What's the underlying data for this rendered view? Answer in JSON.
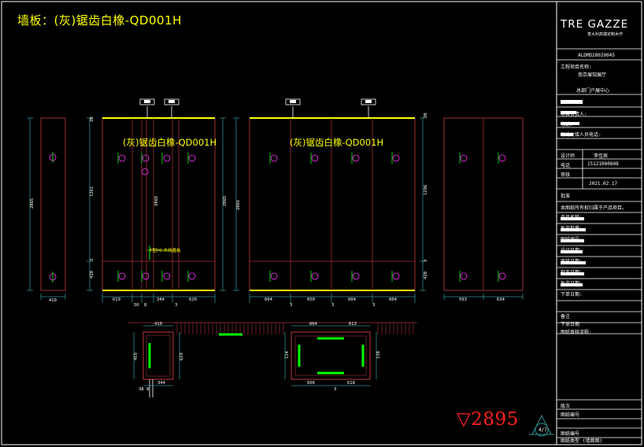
{
  "drawing": {
    "title": "墙板：(灰)锯齿白橡-QD001H",
    "panel_label": "(灰)锯齿白橡-QD001H",
    "elevation_mark": "▽2895",
    "colors": {
      "background": "#000000",
      "yellow": "#ffff00",
      "red_line": "#a03030",
      "green": "#00ff00",
      "white": "#ffffff",
      "magenta": "#ff33ff"
    }
  },
  "title_block": {
    "brand": "TRE GAZZE",
    "brand_sub": "意大利高端定制木作",
    "code": "ALDMD28020045",
    "rows": [
      {
        "label": "工程项目名称:",
        "value": ""
      },
      {
        "label": "",
        "value": "南京展馆展厅"
      },
      {
        "label": "",
        "value": "总部门户展中心"
      },
      {
        "label": "项目负责人:",
        "value": ""
      },
      {
        "label": "电话:",
        "value": ""
      },
      {
        "label": "现场对接人员电话:",
        "value": ""
      },
      {
        "label": "设计师",
        "value": "李佳辰"
      },
      {
        "label": "电话",
        "value": "15121080808"
      },
      {
        "label": "审核",
        "value": ""
      },
      {
        "label": "",
        "value": "2021.02.17"
      },
      {
        "label": "批准",
        "value": ""
      },
      {
        "label": "本图纸所有权归属于产品项目。",
        "value": ""
      },
      {
        "label": "产品名称:",
        "value": ""
      },
      {
        "label": "生产批量:",
        "value": ""
      },
      {
        "label": "图纸编号:",
        "value": ""
      },
      {
        "label": "设计日期:",
        "value": ""
      },
      {
        "label": "审核日期:",
        "value": ""
      },
      {
        "label": "批准日期:",
        "value": ""
      },
      {
        "label": "生产日期:",
        "value": ""
      },
      {
        "label": "下单日期:",
        "value": ""
      },
      {
        "label": "备注",
        "value": ""
      },
      {
        "label": "下单日期",
        "value": ""
      },
      {
        "label": "图纸审核流程:",
        "value": ""
      },
      {
        "label": "版次",
        "value": ""
      },
      {
        "label": "图纸编号",
        "value": ""
      },
      {
        "label": "图纸编号",
        "value": "4/7"
      },
      {
        "label": "图纸类型",
        "value": "(墙面图)"
      }
    ]
  },
  "dimensions": {
    "left_side_width": "410",
    "left_height": "2865",
    "elev1_top": "20",
    "elev1_mid": "1261",
    "elev1_mid2": "2865",
    "elev1_b1": "3",
    "elev1_b2": "420",
    "elev1_widths": [
      "619",
      "50",
      "344",
      "3",
      "620"
    ],
    "elev1_sub": "8",
    "elev2_widths": [
      "604",
      "3",
      "650",
      "3",
      "604",
      "3",
      "604"
    ],
    "elev2_h": "2865",
    "elev2_mid": "1296",
    "elev2_b1": "3",
    "elev2_b2": "420",
    "elev2_top": "20",
    "right_side_w1": "593",
    "right_side_w2": "634",
    "label_detail": "T型P0-木线盖板",
    "plan1_top": "410",
    "plan1_left": "459",
    "plan1_right": "629",
    "plan1_bottom": "344",
    "plan1_b2": "8",
    "plan1_b3": "38",
    "plan2_top1": "604",
    "plan2_top2": "613",
    "plan2_left": "114",
    "plan2_bottom1": "606",
    "plan2_bottom2": "618",
    "plan2_right": "138",
    "plan2_mid": "3"
  }
}
